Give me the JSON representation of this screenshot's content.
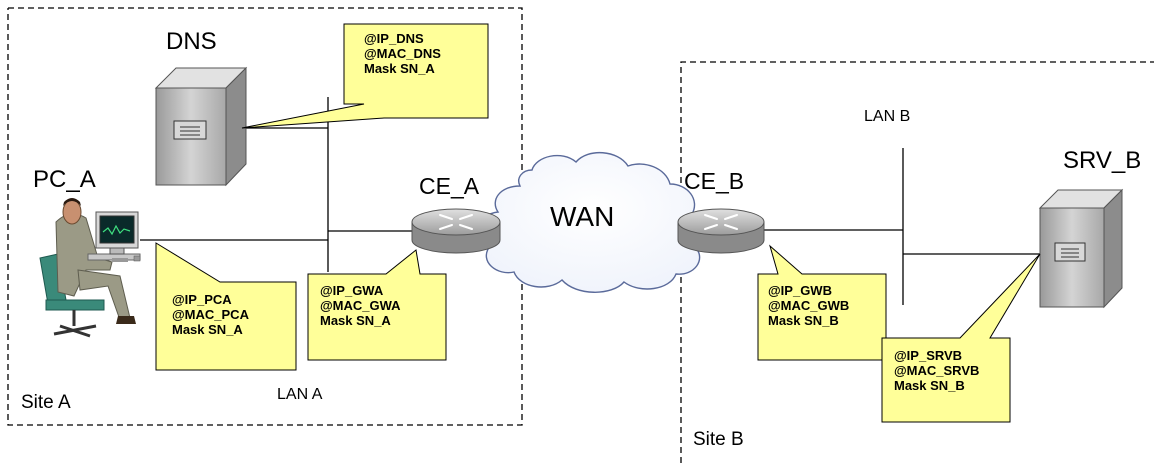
{
  "sites": {
    "site_a": "Site A",
    "site_b": "Site B"
  },
  "lans": {
    "lan_a": "LAN A",
    "lan_b": "LAN B"
  },
  "devices": {
    "dns": "DNS",
    "pc_a": "PC_A",
    "ce_a": "CE_A",
    "ce_b": "CE_B",
    "srv_b": "SRV_B",
    "wan": "WAN"
  },
  "callouts": {
    "dns": [
      "@IP_DNS",
      "@MAC_DNS",
      "Mask SN_A"
    ],
    "pca": [
      "@IP_PCA",
      "@MAC_PCA",
      "Mask SN_A"
    ],
    "gwa": [
      "@IP_GWA",
      "@MAC_GWA",
      "Mask SN_A"
    ],
    "gwb": [
      "@IP_GWB",
      "@MAC_GWB",
      "Mask SN_B"
    ],
    "srvb": [
      "@IP_SRVB",
      "@MAC_SRVB",
      "Mask SN_B"
    ]
  },
  "colors": {
    "callout_fill": "#ffff99",
    "server_body": "#c8c8c8",
    "router_body": "#b8b8b8",
    "line": "#000000"
  }
}
